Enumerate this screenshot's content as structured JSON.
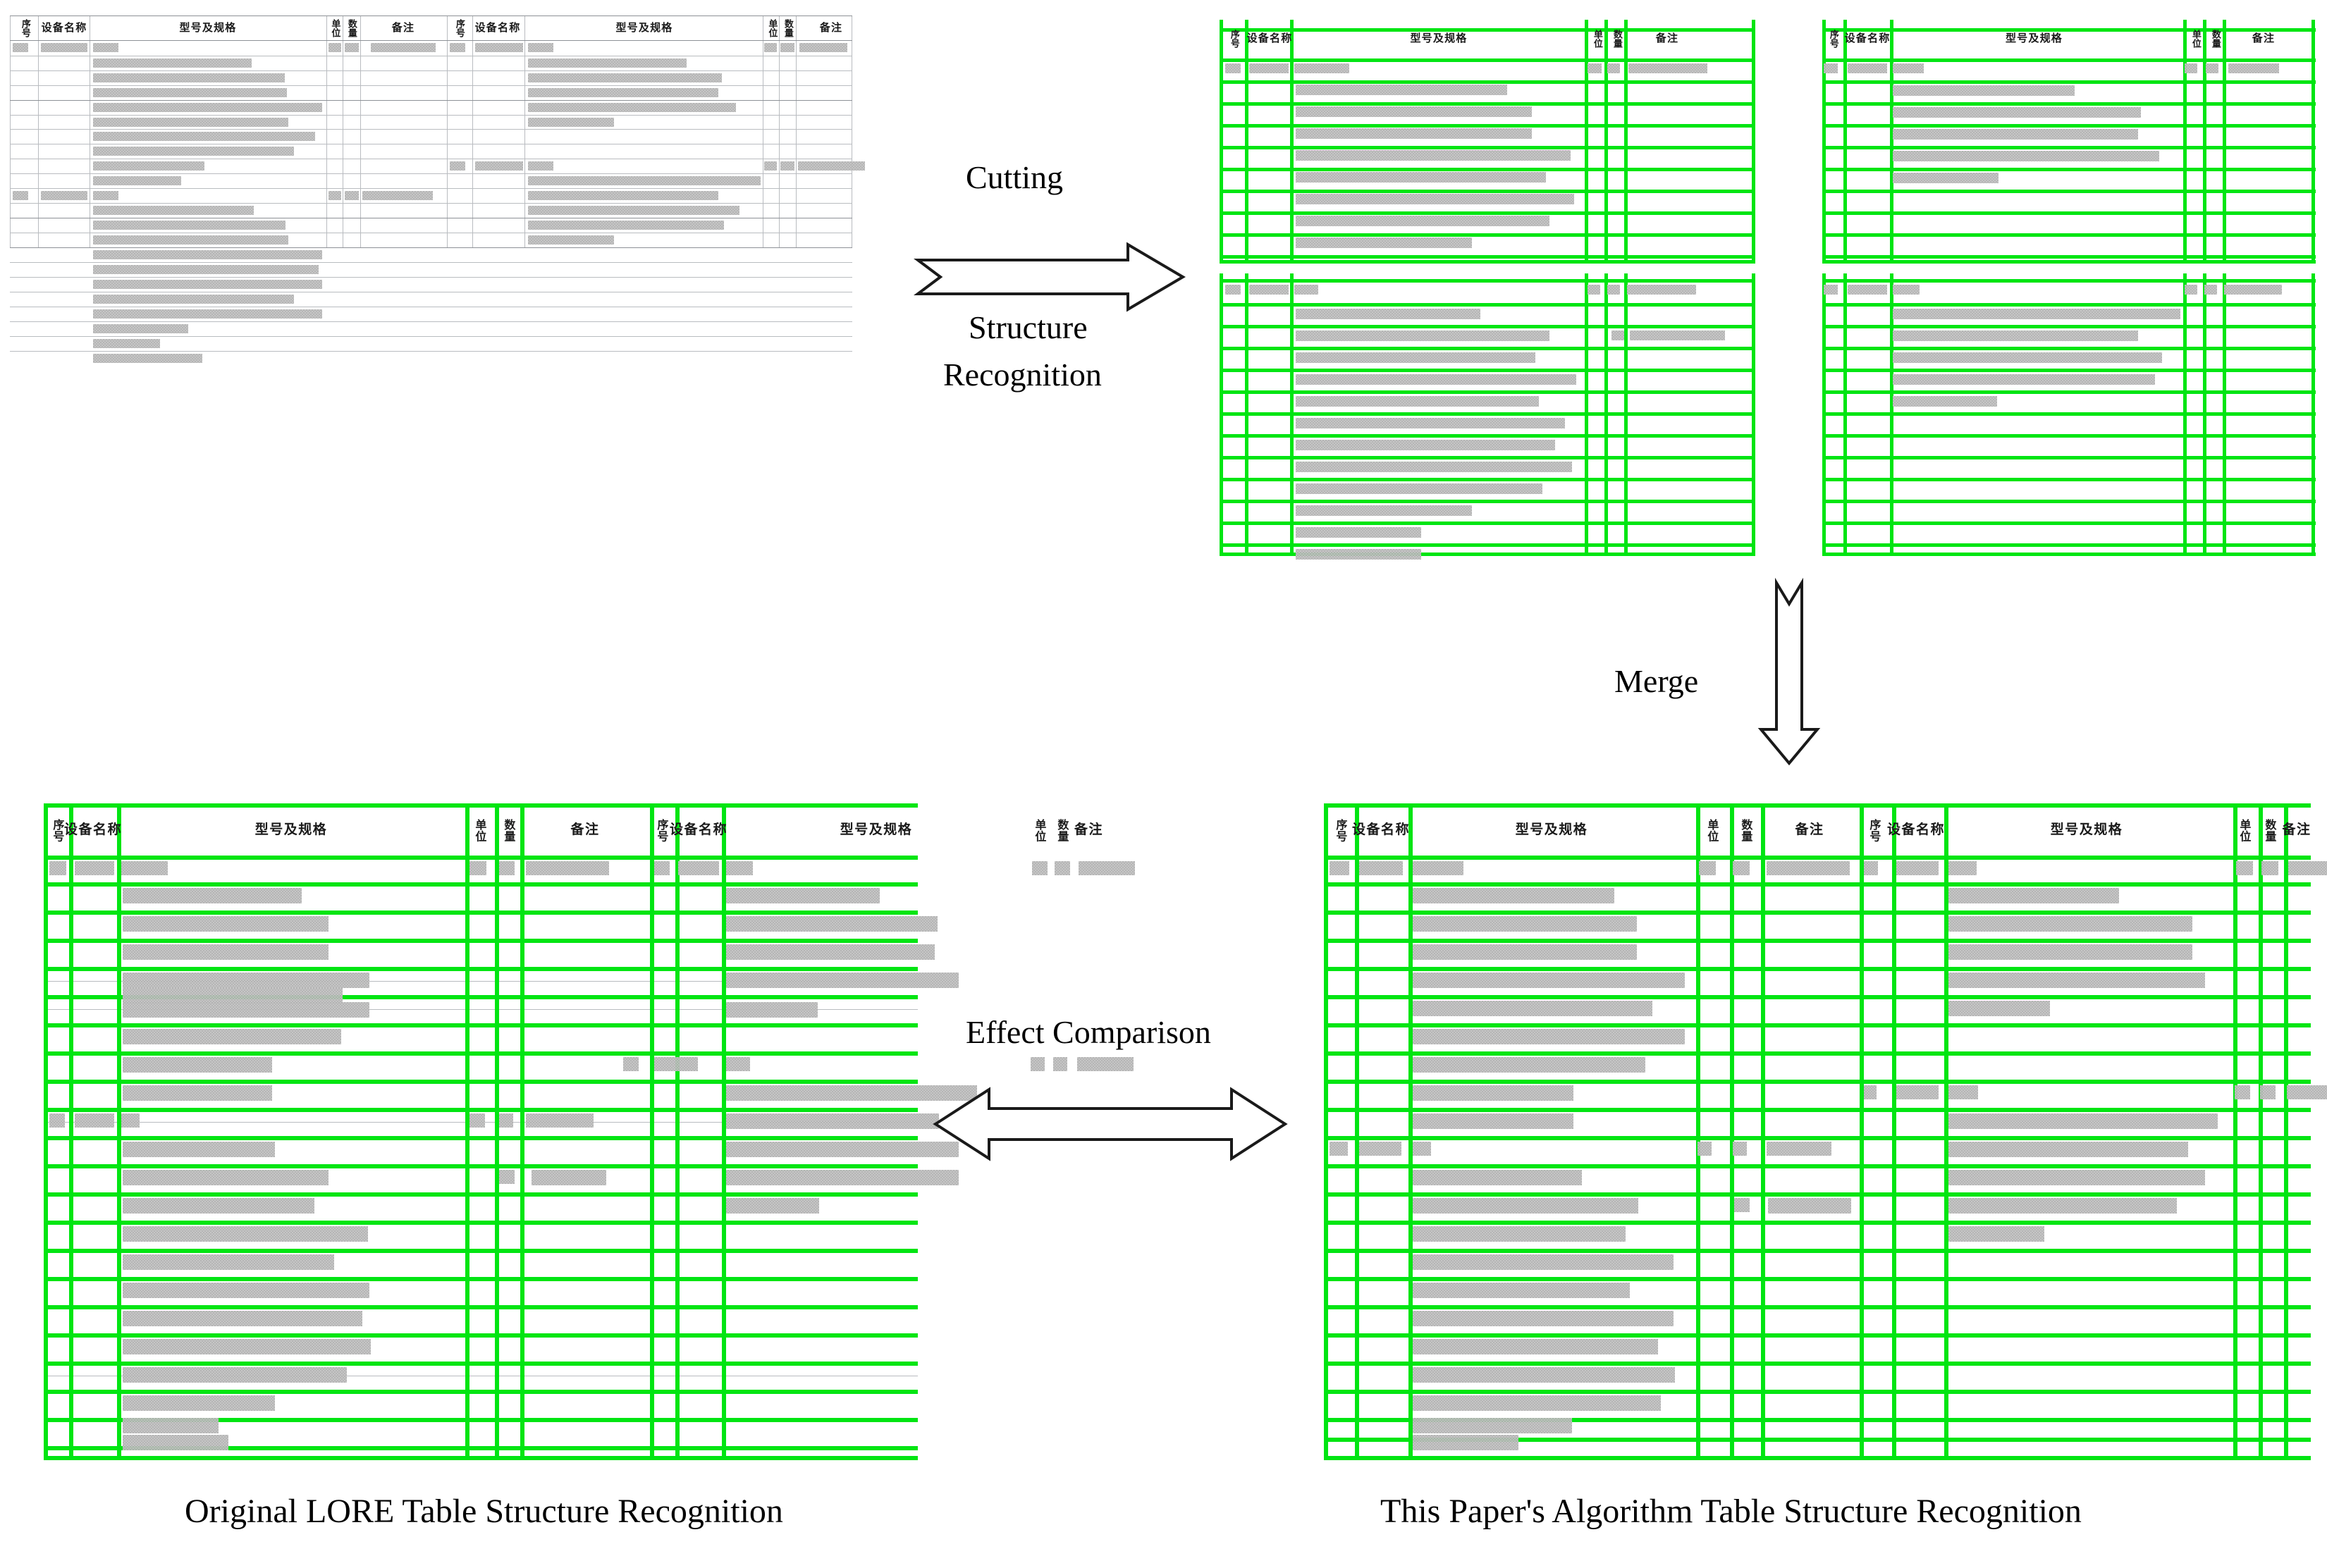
{
  "figure": {
    "title": "Table structure recognition pipeline: cutting, structure recognition, merge and effect comparison"
  },
  "colors": {
    "green_grid": "#00e512",
    "original_rule": "#b9bcc0",
    "blurred_text": "#c3c3c3",
    "arrow_stroke": "#1a1a1a",
    "background": "#ffffff"
  },
  "steps": {
    "cutting": "Cutting",
    "structure_recognition": "Structure\nRecognition",
    "structure_recognition_line1": "Structure",
    "structure_recognition_line2": "Recognition",
    "merge": "Merge",
    "effect_comparison": "Effect Comparison"
  },
  "captions": {
    "left": "Original LORE Table Structure Recognition",
    "right": "This Paper's Algorithm Table Structure Recognition"
  },
  "table_headers": {
    "serial_no": "序号",
    "equipment_name": "设备名称",
    "model_and_spec": "型号及规格",
    "unit": "单位",
    "quantity": "数量",
    "remarks": "备注"
  },
  "panels": {
    "source": {
      "name": "original-source-table",
      "description": "Original scanned equipment list table, two side-by-side column groups, grey ruled lines, blurred text",
      "columns": [
        "序号",
        "设备名称",
        "型号及规格",
        "单位",
        "数量",
        "备注",
        "序号",
        "设备名称",
        "型号及规格",
        "单位",
        "数量",
        "备注"
      ],
      "row_count": 22
    },
    "cut_tables": [
      {
        "name": "cut-table-top-left",
        "columns": [
          "序号",
          "设备名称",
          "型号及规格",
          "单位",
          "数量",
          "备注"
        ],
        "row_count": 11
      },
      {
        "name": "cut-table-top-right",
        "columns": [
          "序号",
          "设备名称",
          "型号及规格",
          "单位",
          "数量",
          "备注"
        ],
        "row_count": 11
      },
      {
        "name": "cut-table-bottom-left",
        "columns": [
          "序号",
          "设备名称",
          "型号及规格",
          "单位",
          "数量",
          "备注"
        ],
        "row_count": 14
      },
      {
        "name": "cut-table-bottom-right",
        "columns": [
          "序号",
          "设备名称",
          "型号及规格",
          "单位",
          "数量",
          "备注"
        ],
        "row_count": 14
      }
    ],
    "lore_result": {
      "name": "lore-result-table",
      "columns": [
        "序号",
        "设备名称",
        "型号及规格",
        "单位",
        "数量",
        "备注",
        "序号",
        "设备名称",
        "型号及规格",
        "单位",
        "数量",
        "备注"
      ],
      "row_count": 23
    },
    "ours_result": {
      "name": "ours-result-table",
      "columns": [
        "序号",
        "设备名称",
        "型号及规格",
        "单位",
        "数量",
        "备注",
        "序号",
        "设备名称",
        "型号及规格",
        "单位",
        "数量",
        "备注"
      ],
      "row_count": 25
    }
  },
  "chart_data": {
    "type": "table",
    "title": "Table structure recognition comparison",
    "annotations": [
      "Cutting",
      "Structure Recognition",
      "Merge",
      "Effect Comparison"
    ],
    "legend": [
      "Original LORE Table Structure Recognition",
      "This Paper's Algorithm Table Structure Recognition"
    ]
  }
}
